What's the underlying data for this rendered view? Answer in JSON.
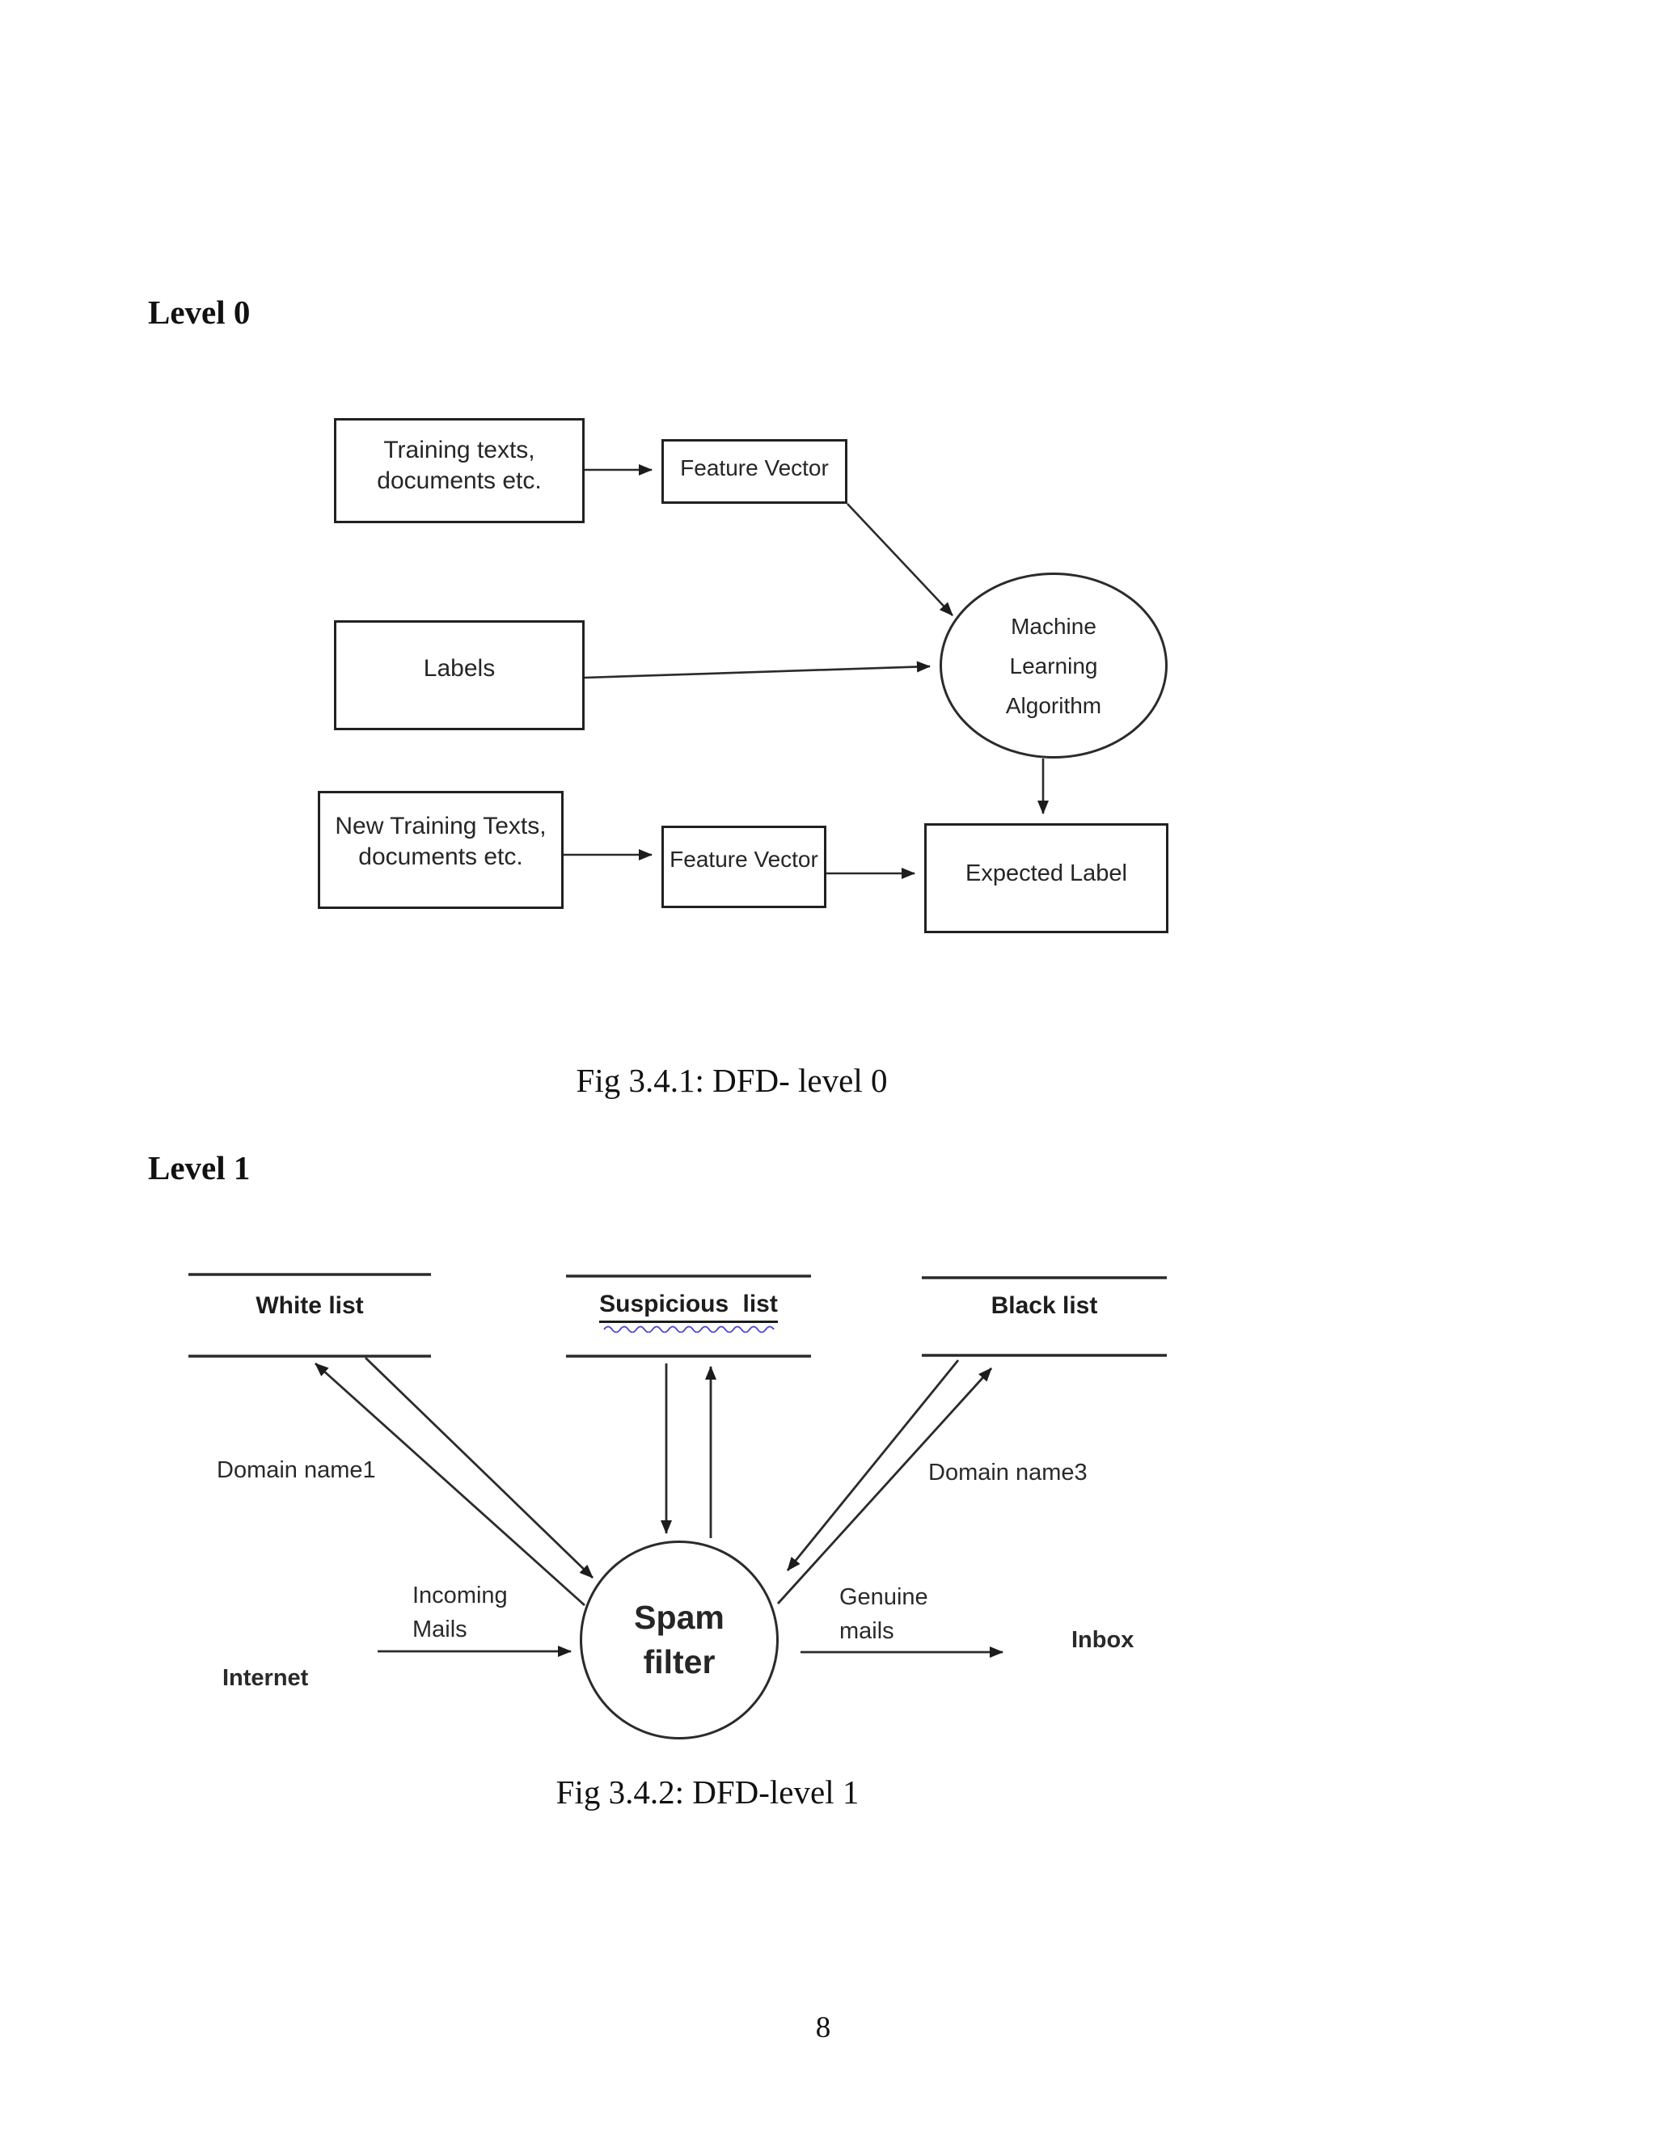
{
  "page_number": "8",
  "colors": {
    "ink": "#212121",
    "line": "#2b2b2b",
    "squiggle": "#4343cf"
  },
  "level0": {
    "heading": "Level 0",
    "caption": "Fig 3.4.1: DFD- level 0",
    "training_box": {
      "line1": "Training texts,",
      "line2": "documents etc."
    },
    "feature_vector_top": "Feature Vector",
    "labels_box": "Labels",
    "ml_process": {
      "line1": "Machine",
      "line2": "Learning",
      "line3": "Algorithm"
    },
    "new_training_box": {
      "line1": "New Training Texts,",
      "line2": "documents etc."
    },
    "feature_vector_bottom": "Feature Vector",
    "expected_label_box": "Expected Label"
  },
  "level1": {
    "heading": "Level 1",
    "caption": "Fig 3.4.2: DFD-level 1",
    "white_list": "White list",
    "suspicious_list": "Suspicious list",
    "black_list": "Black list",
    "domain_name1": "Domain name1",
    "domain_name3": "Domain name3",
    "incoming_mails": {
      "line1": "Incoming",
      "line2": "Mails"
    },
    "internet": "Internet",
    "spam_filter": {
      "line1": "Spam",
      "line2": "filter"
    },
    "genuine_mails": {
      "line1": "Genuine",
      "line2": "mails"
    },
    "inbox": "Inbox"
  }
}
